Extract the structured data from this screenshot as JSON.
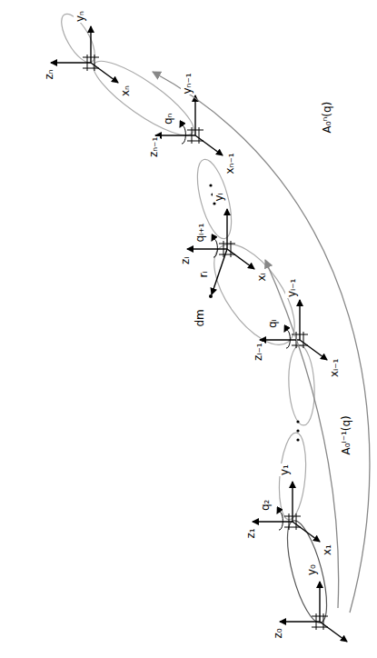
{
  "diagram": {
    "labels": [
      "z₀",
      "y₀",
      "z₁",
      "y₁",
      "x₁",
      "q₂",
      "zᵢ₋₁",
      "yᵢ₋₁",
      "xᵢ₋₁",
      "qᵢ",
      "rᵢ",
      "dm",
      "zᵢ",
      "yᵢ",
      "xᵢ",
      "qᵢ₊₁",
      "zₙ₋₁",
      "yₙ₋₁",
      "xₙ₋₁",
      "qₙ",
      "zₙ",
      "yₙ",
      "xₙ",
      "A₀ⁱ⁻¹(q)",
      "A₀ⁿ(q)"
    ]
  }
}
